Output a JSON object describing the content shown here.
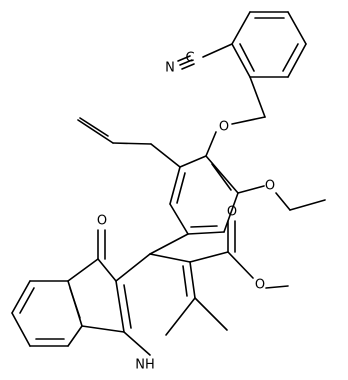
{
  "molecule": {
    "atom_labels": {
      "nitrile_c": "C",
      "nitrile_n": "N",
      "ether_o": "O",
      "ethoxy_o": "O",
      "ketone_o": "O",
      "ester_carbonyl_o": "O",
      "ester_o": "O",
      "amine_nh": "NH"
    }
  }
}
